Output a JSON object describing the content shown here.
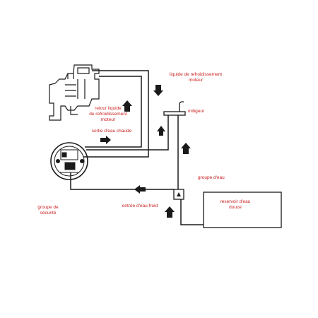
{
  "labels": {
    "engine_coolant": [
      "liquide de refroidissement",
      "moteur"
    ],
    "return_coolant": [
      "retour liquide",
      "de refroidissement",
      "moteur"
    ],
    "mixer": "mitigeur",
    "hot_water_out": "sortie d'eau chaude",
    "water_group": "groupe d'eau",
    "safety_group": [
      "groupe de",
      "sécurité"
    ],
    "cold_water_in": "entrée d'eau froid",
    "fresh_water_tank": [
      "reservoir d'eau",
      "douce"
    ]
  },
  "colors": {
    "label_text": "#cc1f1f",
    "lines": "#1a1a1a",
    "background": "#ffffff"
  }
}
